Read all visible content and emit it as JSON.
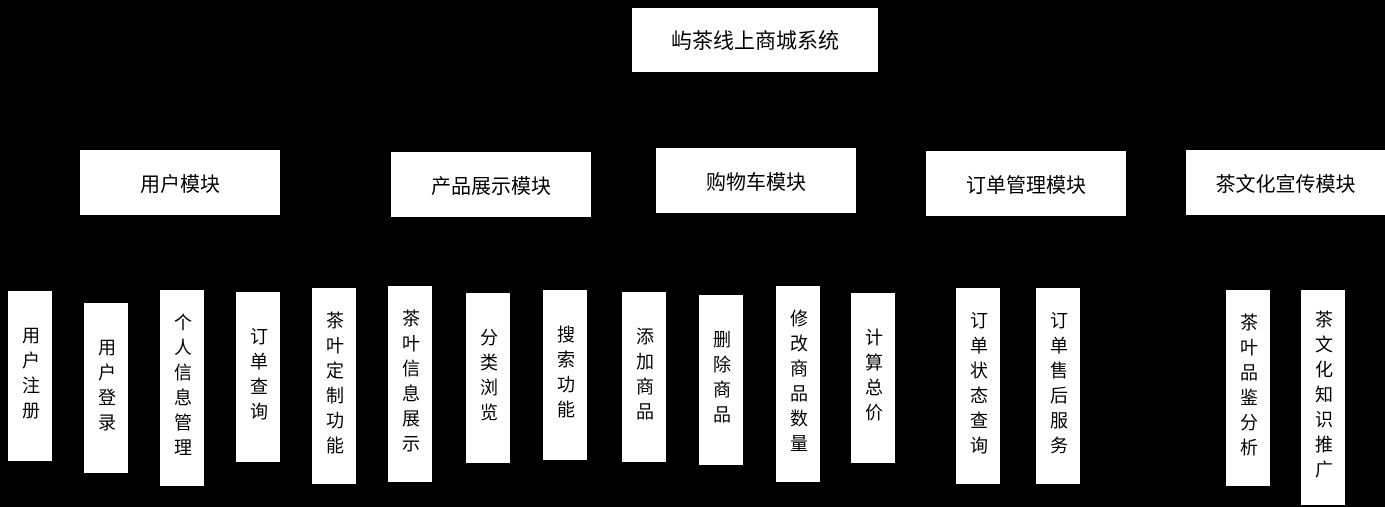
{
  "diagram": {
    "root": {
      "label": "屿茶线上商城系统"
    },
    "modules": [
      {
        "label": "用户模块",
        "children": [
          "用户注册",
          "用户登录",
          "个人信息管理",
          "订单查询",
          "茶叶定制功能"
        ]
      },
      {
        "label": "产品展示模块",
        "children": [
          "茶叶信息展示",
          "分类浏览",
          "搜索功能"
        ]
      },
      {
        "label": "购物车模块",
        "children": [
          "添加商品",
          "删除商品",
          "修改商品数量",
          "计算总价"
        ]
      },
      {
        "label": "订单管理模块",
        "children": [
          "订单状态查询",
          "订单售后服务"
        ]
      },
      {
        "label": "茶文化宣传模块",
        "children": [
          "茶叶品鉴分析",
          "茶文化知识推广"
        ]
      }
    ],
    "colors": {
      "background": "#000000",
      "box_background": "#ffffff",
      "box_text": "#000000"
    }
  }
}
